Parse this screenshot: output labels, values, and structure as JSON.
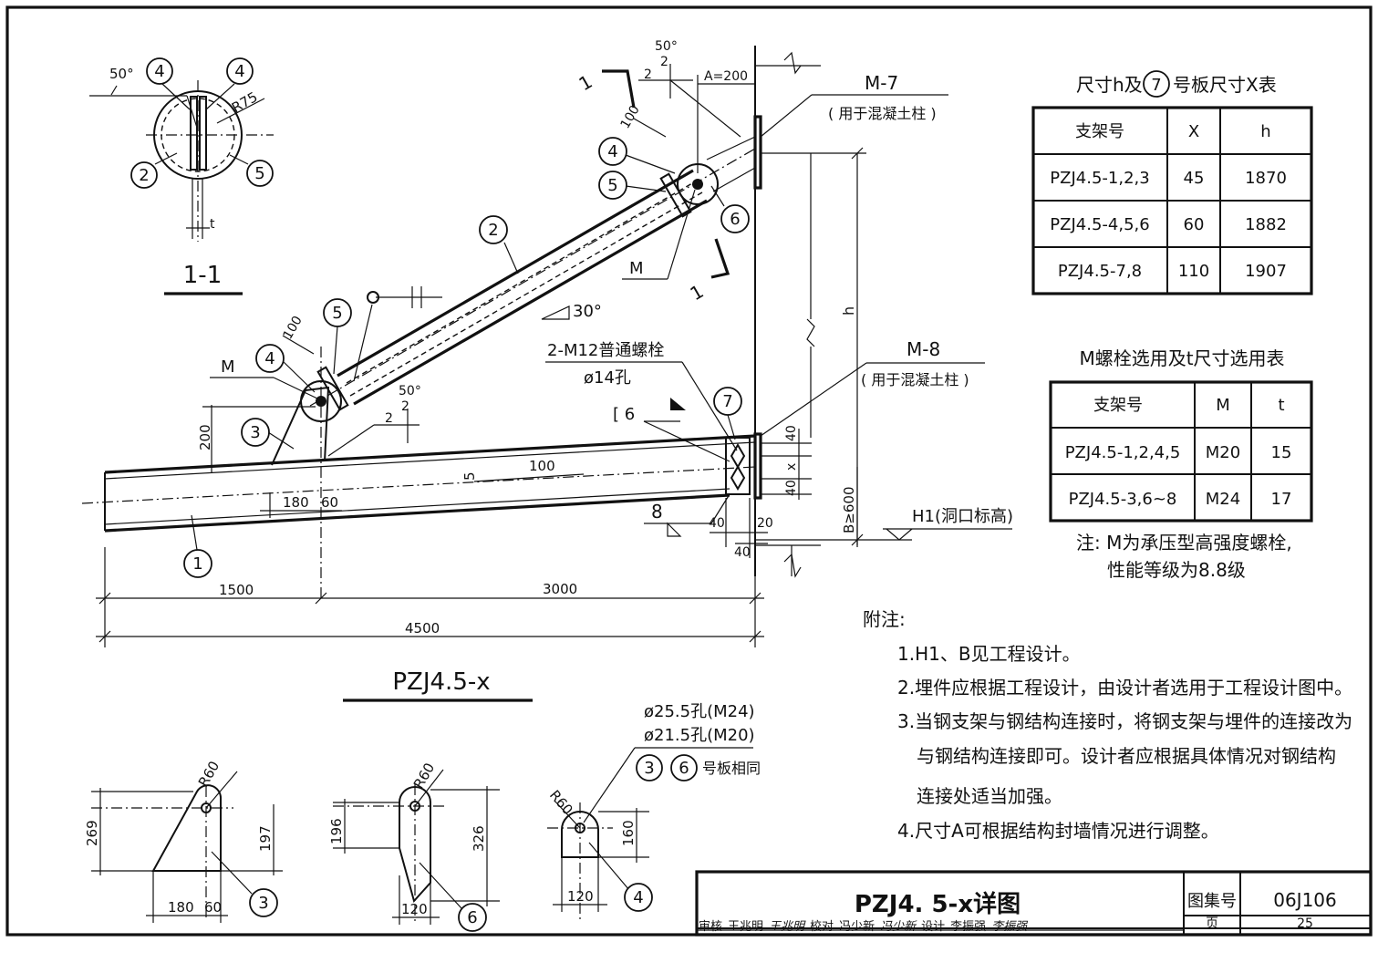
{
  "section": {
    "title": "1-1",
    "angle": "50°",
    "radius": "R75",
    "thickness": "t",
    "callouts": [
      "4",
      "4",
      "2",
      "5"
    ]
  },
  "elevation": {
    "title": "PZJ4.5-x",
    "angle_30": "30°",
    "angle_50_top": "50°",
    "angle_50_low": "50°",
    "weld_2_top": "2",
    "weld_2_top_b": "2",
    "weld_2_low": "2",
    "weld_2_low_b": "2",
    "dim_100_top": "100",
    "dim_100_low": "100",
    "dim_A": "A=200",
    "dim_200": "200",
    "dim_180": "180",
    "dim_60": "60",
    "dim_100_mid": "100",
    "dim_5": "5",
    "dim_40a": "40",
    "dim_x": "x",
    "dim_40b": "40",
    "dim_40c": "40",
    "dim_20": "20",
    "dim_40d": "40",
    "dim_h": "h",
    "dim_B": "B≥600",
    "dim_1500": "1500",
    "dim_3000": "3000",
    "dim_4500": "4500",
    "label_M_top": "M",
    "label_M_low": "M",
    "label_M7": "M-7",
    "label_M7_note": "( 用于混凝土柱 )",
    "label_M8": "M-8",
    "label_M8_note": "( 用于混凝土柱 )",
    "label_bolt": "2-M12普通螺栓",
    "label_hole": "ø14孔",
    "label_c6": "[ 6",
    "label_weld8": "8",
    "label_H1": "H1(洞口标高)",
    "cut_mark_a": "1",
    "cut_mark_b": "1",
    "callouts": [
      "1",
      "2",
      "3",
      "4",
      "5",
      "4",
      "5",
      "6",
      "7"
    ]
  },
  "plates": {
    "p3": {
      "dim_269": "269",
      "dim_197": "197",
      "dim_180": "180",
      "dim_60": "60",
      "radius": "R60",
      "callout": "3"
    },
    "p6": {
      "dim_196": "196",
      "dim_326": "326",
      "dim_120": "120",
      "radius": "R60",
      "callout": "6"
    },
    "p4": {
      "dim_160": "160",
      "dim_120": "120",
      "radius": "R60",
      "callout": "4"
    },
    "hole_m24": "ø25.5孔(M24)",
    "hole_m20": "ø21.5孔(M20)",
    "same_note": "号板相同",
    "same_a": "3",
    "same_b": "6"
  },
  "table_h": {
    "title_pre": "尺寸h及",
    "title_circle": "7",
    "title_post": "号板尺寸X表",
    "headers": [
      "支架号",
      "X",
      "h"
    ],
    "rows": [
      [
        "PZJ4.5-1,2,3",
        "45",
        "1870"
      ],
      [
        "PZJ4.5-4,5,6",
        "60",
        "1882"
      ],
      [
        "PZJ4.5-7,8",
        "110",
        "1907"
      ]
    ]
  },
  "table_m": {
    "title": "M螺栓选用及t尺寸选用表",
    "headers": [
      "支架号",
      "M",
      "t"
    ],
    "rows": [
      [
        "PZJ4.5-1,2,4,5",
        "M20",
        "15"
      ],
      [
        "PZJ4.5-3,6~8",
        "M24",
        "17"
      ]
    ],
    "note_1": "注: M为承压型高强度螺栓,",
    "note_2": "性能等级为8.8级"
  },
  "notes": {
    "heading": "附注:",
    "lines": [
      "1.H1、B见工程设计。",
      "2.埋件应根据工程设计，由设计者选用于工程设计图中。",
      "3.当钢支架与钢结构连接时，将钢支架与埋件的连接改为",
      "与钢结构连接即可。设计者应根据具体情况对钢结构",
      "连接处适当加强。",
      "4.尺寸A可根据结构封墙情况进行调整。"
    ]
  },
  "title_block": {
    "drawing_title": "PZJ4. 5-x详图",
    "atlas_label": "图集号",
    "atlas_no": "06J106",
    "review_label": "审核",
    "review_name": "王兆明",
    "review_sign": "王兆明",
    "check_label": "校对",
    "check_name": "冯少新",
    "check_sign": "冯少新",
    "design_label": "设计",
    "design_name": "李振强",
    "design_sign": "李振强",
    "page_label": "页",
    "page_no": "25"
  }
}
